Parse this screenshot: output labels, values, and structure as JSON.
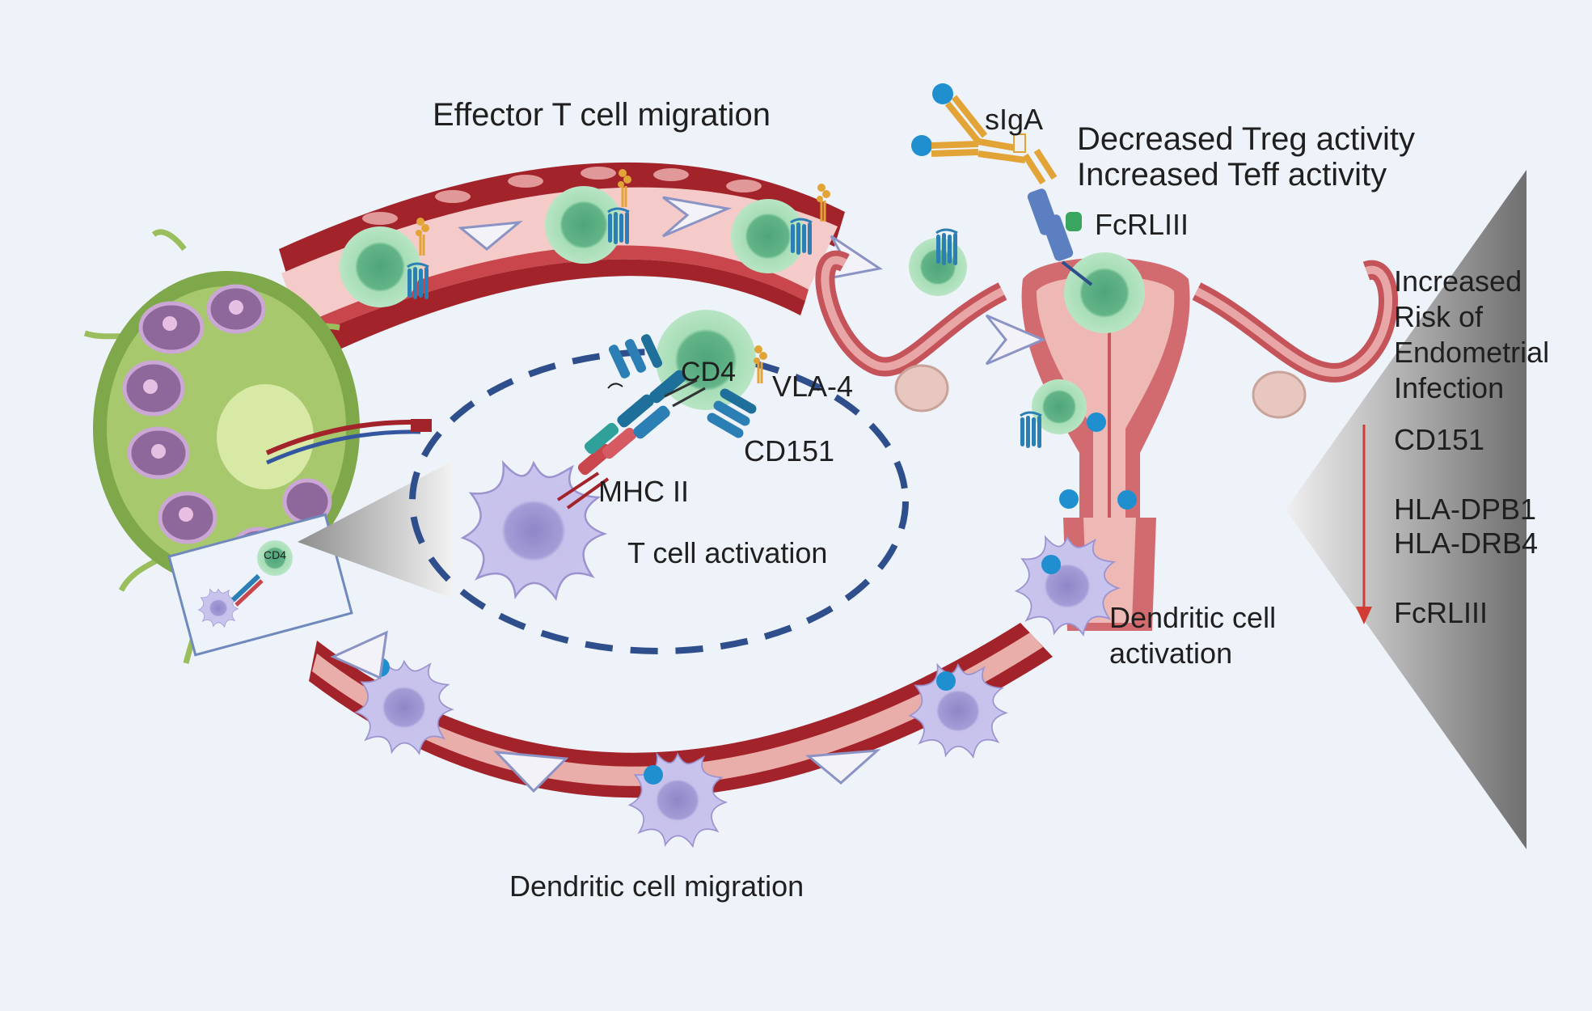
{
  "labels": {
    "effector_migration": "Effector T cell migration",
    "siga": "sIgA",
    "treg_decreased": "Decreased Treg activity",
    "teff_increased": "Increased Teff activity",
    "fcrliii_receptor": "FcRLIII",
    "cd4": "CD4",
    "cd4_small": "CD4",
    "vla4": "VLA-4",
    "cd151": "CD151",
    "mhc2": "MHC II",
    "t_cell_activation": "T cell activation",
    "dc_activation_line1": "Dendritic cell",
    "dc_activation_line2": "activation",
    "dc_migration": "Dendritic cell migration"
  },
  "risk_panel": {
    "title_lines": [
      "Increased",
      "Risk of",
      "Endometrial",
      "Infection"
    ],
    "genes": [
      "CD151",
      "HLA-DPB1",
      "HLA-DRB4",
      "FcRLIII"
    ]
  },
  "colors": {
    "background": "#eef3f9",
    "vessel_wall": "#a3232b",
    "vessel_lumen_top": "#f3c7c6",
    "vessel_lumen_bottom": "#e8aaa6",
    "t_cell": "#9ed8ad",
    "dendritic_cell": "#bab5e2",
    "receptor_blue": "#2b7fb4",
    "antigen_blue": "#1f8fd0",
    "igA_orange": "#e3a437",
    "activation_ring": "#2f4e8c",
    "risk_arrow": "#d33b35",
    "lymph_node_outer": "#7fa84a",
    "lymph_node_follicle": "#8e679b"
  }
}
